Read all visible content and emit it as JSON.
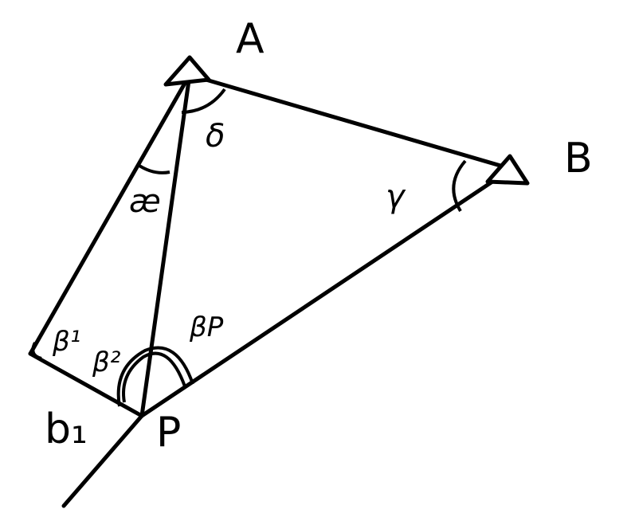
{
  "points": {
    "A": "A",
    "B": "B",
    "P": "P",
    "b1": "b₁"
  },
  "angles": {
    "delta": "δ",
    "gamma": "γ",
    "kappa": "æ",
    "beta1": "β¹",
    "beta2": "β²",
    "betaP": "βP"
  },
  "colors": {
    "ink": "#000000",
    "background": "#ffffff"
  }
}
